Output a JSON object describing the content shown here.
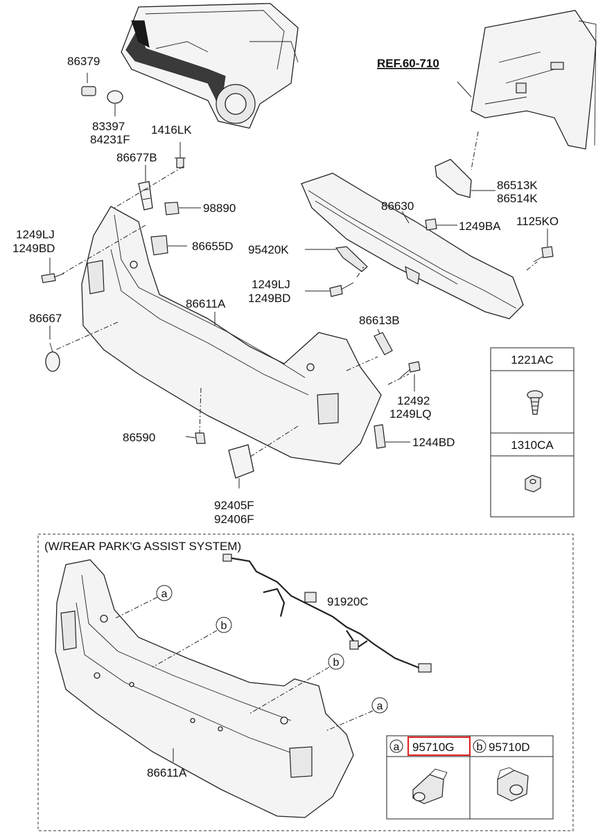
{
  "labels": {
    "l86379": "86379",
    "l83397": "83397",
    "l84231F": "84231F",
    "l1416LK": "1416LK",
    "l86677B": "86677B",
    "l98890": "98890",
    "l1249LJ_a": "1249LJ",
    "l1249BD_a": "1249BD",
    "l86655D": "86655D",
    "l86667": "86667",
    "l86611A_top": "86611A",
    "l86590": "86590",
    "l92405F": "92405F",
    "l92406F": "92406F",
    "lREF": "REF.60-710",
    "l86513K": "86513K",
    "l86514K": "86514K",
    "l86630": "86630",
    "l1249BA": "1249BA",
    "l1125KO": "1125KO",
    "l95420K": "95420K",
    "l1249LJ_b": "1249LJ",
    "l1249BD_b": "1249BD",
    "l86613B": "86613B",
    "l12492": "12492",
    "l1249LQ": "1249LQ",
    "l1244BD": "1244BD",
    "l1221AC": "1221AC",
    "l1310CA": "1310CA",
    "section_title": "(W/REAR PARK'G ASSIST SYSTEM)",
    "l91920C": "91920C",
    "l86611A_bottom": "86611A",
    "callout_a": "a",
    "callout_b": "b",
    "l95710G": "95710G",
    "l95710D": "95710D"
  },
  "highlight_color": "#e02020"
}
